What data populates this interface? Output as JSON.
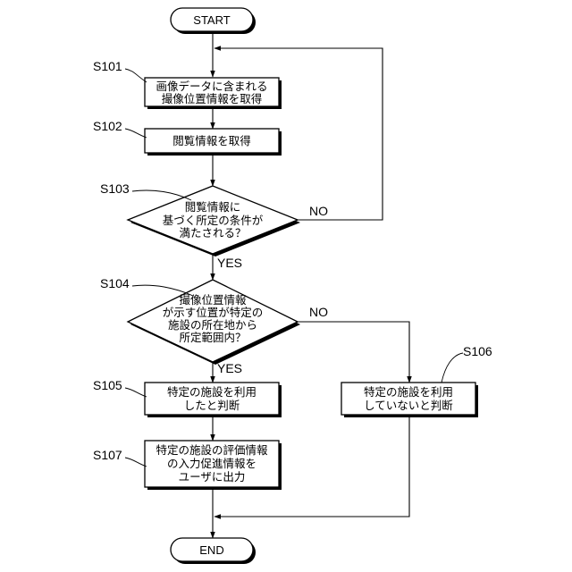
{
  "terminals": {
    "start": "START",
    "end": "END"
  },
  "steps": {
    "s101": {
      "label": "S101",
      "lines": [
        "画像データに含まれる",
        "撮像位置情報を取得"
      ]
    },
    "s102": {
      "label": "S102",
      "lines": [
        "閲覧情報を取得"
      ]
    },
    "s103": {
      "label": "S103",
      "lines": [
        "閲覧情報に",
        "基づく所定の条件が",
        "満たされる？"
      ]
    },
    "s104": {
      "label": "S104",
      "lines": [
        "撮像位置情報",
        "が示す位置が特定の",
        "施設の所在地から",
        "所定範囲内？"
      ]
    },
    "s105": {
      "label": "S105",
      "lines": [
        "特定の施設を利用",
        "したと判断"
      ]
    },
    "s106": {
      "label": "S106",
      "lines": [
        "特定の施設を利用",
        "していないと判断"
      ]
    },
    "s107": {
      "label": "S107",
      "lines": [
        "特定の施設の評価情報",
        "の入力促進情報を",
        "ユーザに出力"
      ]
    }
  },
  "branches": {
    "yes": "YES",
    "no": "NO"
  }
}
